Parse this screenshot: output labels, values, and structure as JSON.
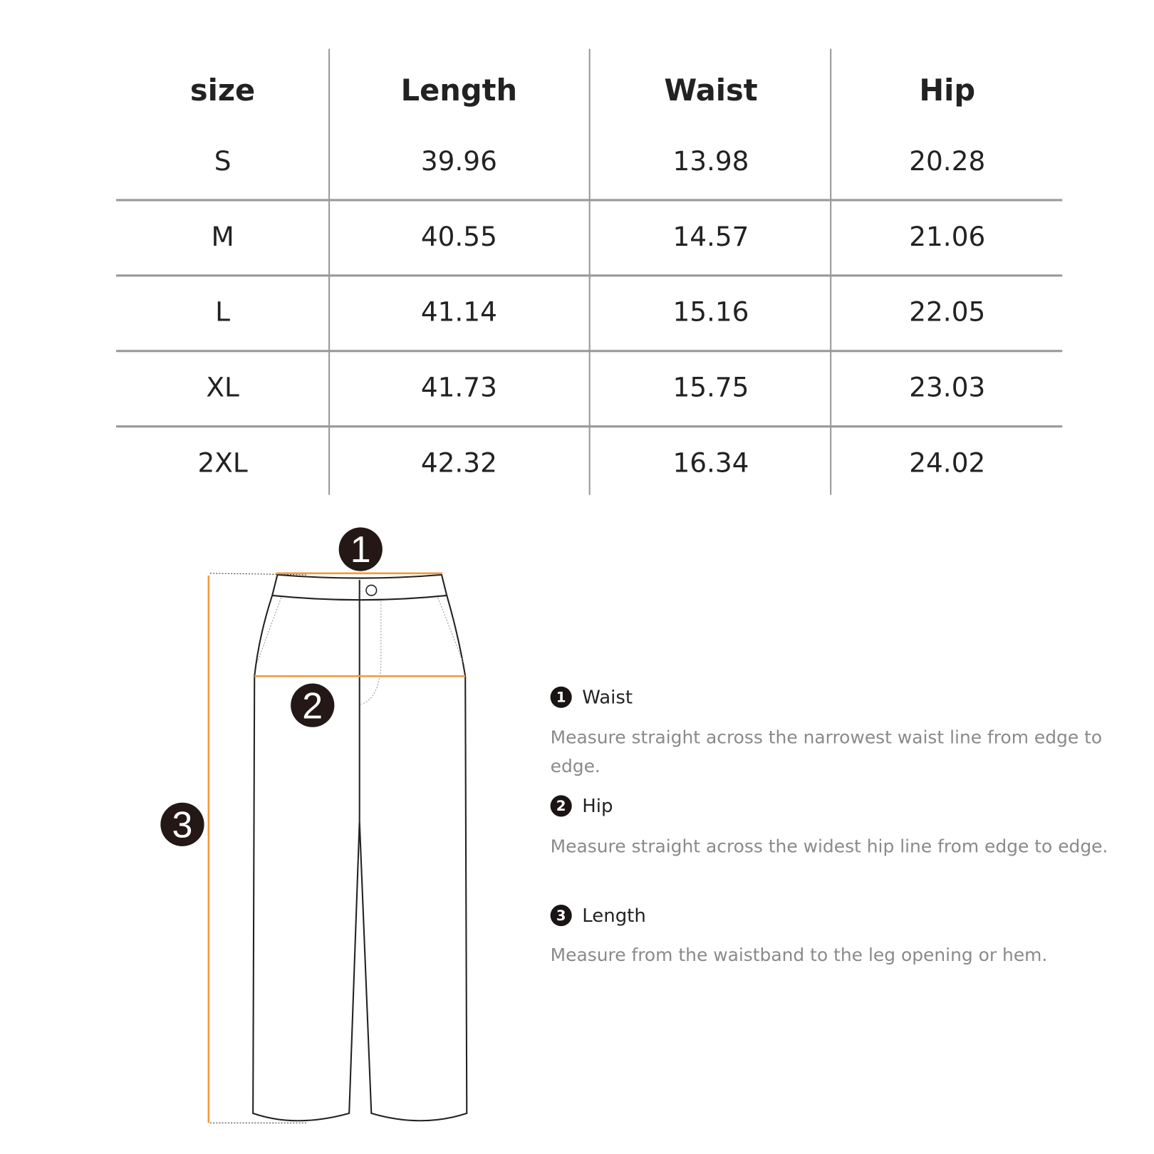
{
  "table": {
    "headers": [
      "size",
      "Length",
      "Waist",
      "Hip"
    ],
    "rows": [
      [
        "S",
        "39.96",
        "13.98",
        "20.28"
      ],
      [
        "M",
        "40.55",
        "14.57",
        "21.06"
      ],
      [
        "L",
        "41.14",
        "15.16",
        "22.05"
      ],
      [
        "XL",
        "41.73",
        "15.75",
        "23.03"
      ],
      [
        "2XL",
        "42.32",
        "16.34",
        "24.02"
      ]
    ]
  },
  "diagram": {
    "markers": [
      "1",
      "2",
      "3"
    ],
    "accent": "#f39a3c"
  },
  "legend": [
    {
      "num": "1",
      "title": "Waist",
      "desc": "Measure straight across the narrowest waist line from edge to edge."
    },
    {
      "num": "2",
      "title": "Hip",
      "desc": "Measure straight across the widest hip line from edge to edge."
    },
    {
      "num": "3",
      "title": "Length",
      "desc": "Measure from the waistband to the leg opening or hem."
    }
  ]
}
